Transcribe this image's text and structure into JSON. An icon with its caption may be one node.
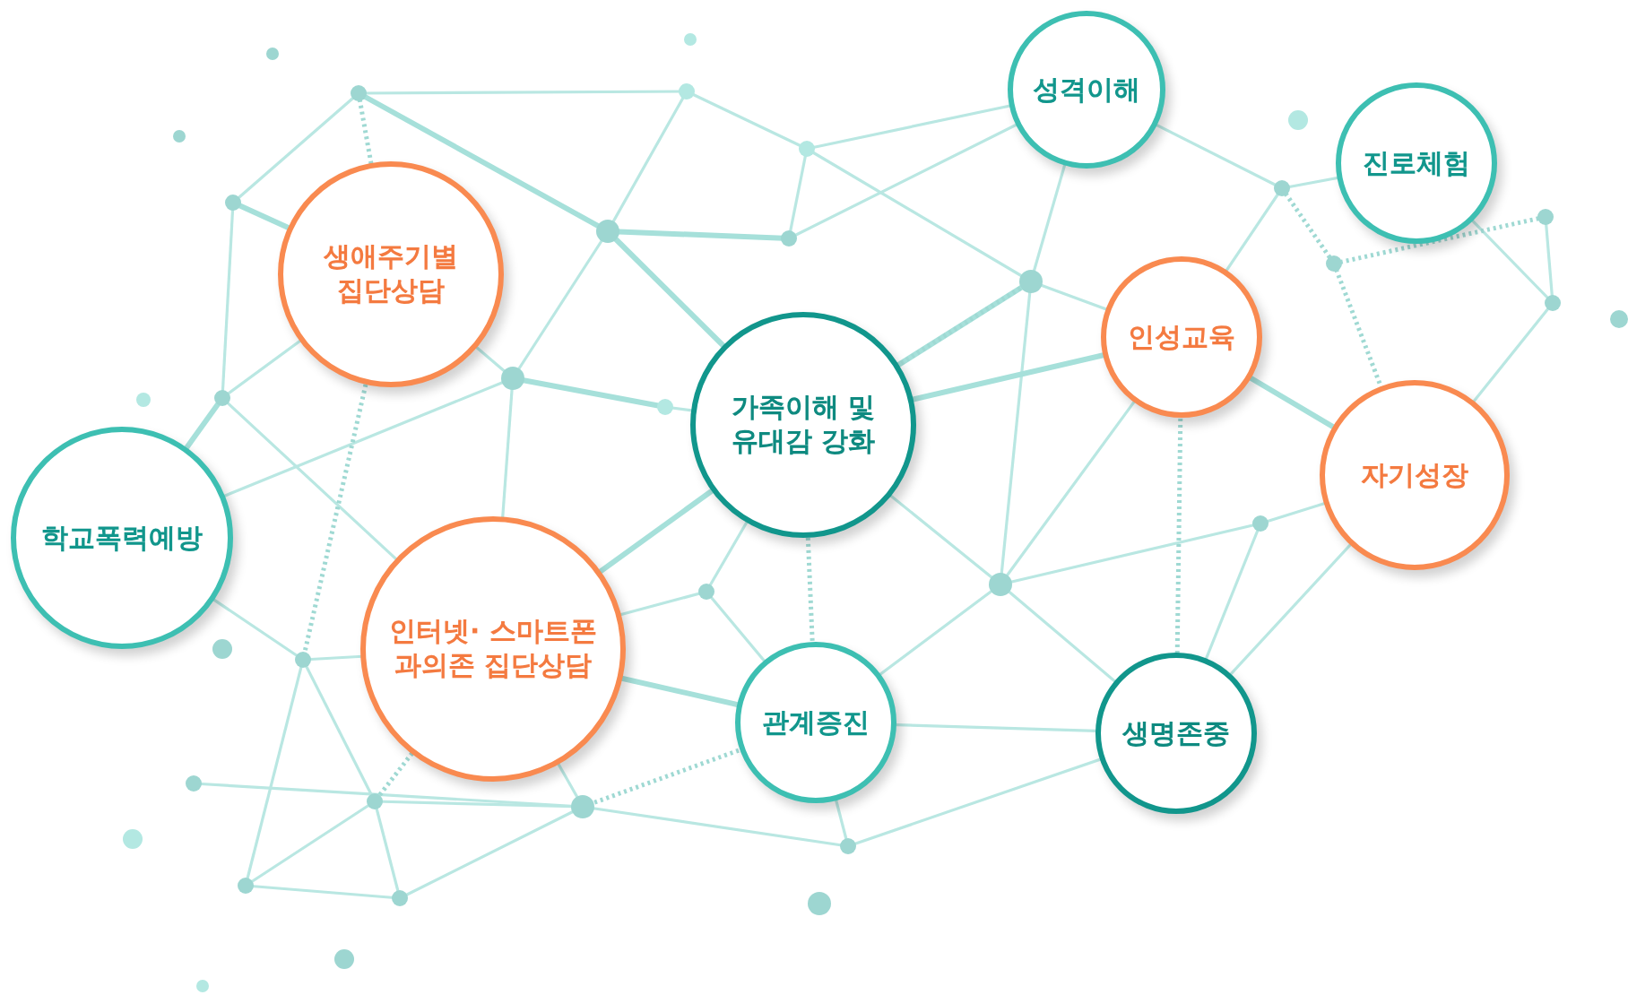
{
  "diagram": {
    "nodes": [
      {
        "text": [
          "성격이해"
        ]
      },
      {
        "text": [
          "진로체험"
        ]
      },
      {
        "text": [
          "생애주기별 집단상담"
        ]
      },
      {
        "text": [
          "인성교육"
        ]
      },
      {
        "text": [
          "가족이해 및 유대감 강화"
        ]
      },
      {
        "text": [
          "학교폭력예방"
        ]
      },
      {
        "text": [
          "자기성장"
        ]
      },
      {
        "text": [
          "인터넷· 스마트폰 과의존 집단상담"
        ]
      },
      {
        "text": [
          "관계증진"
        ]
      },
      {
        "text": [
          "생명존중"
        ]
      }
    ]
  }
}
